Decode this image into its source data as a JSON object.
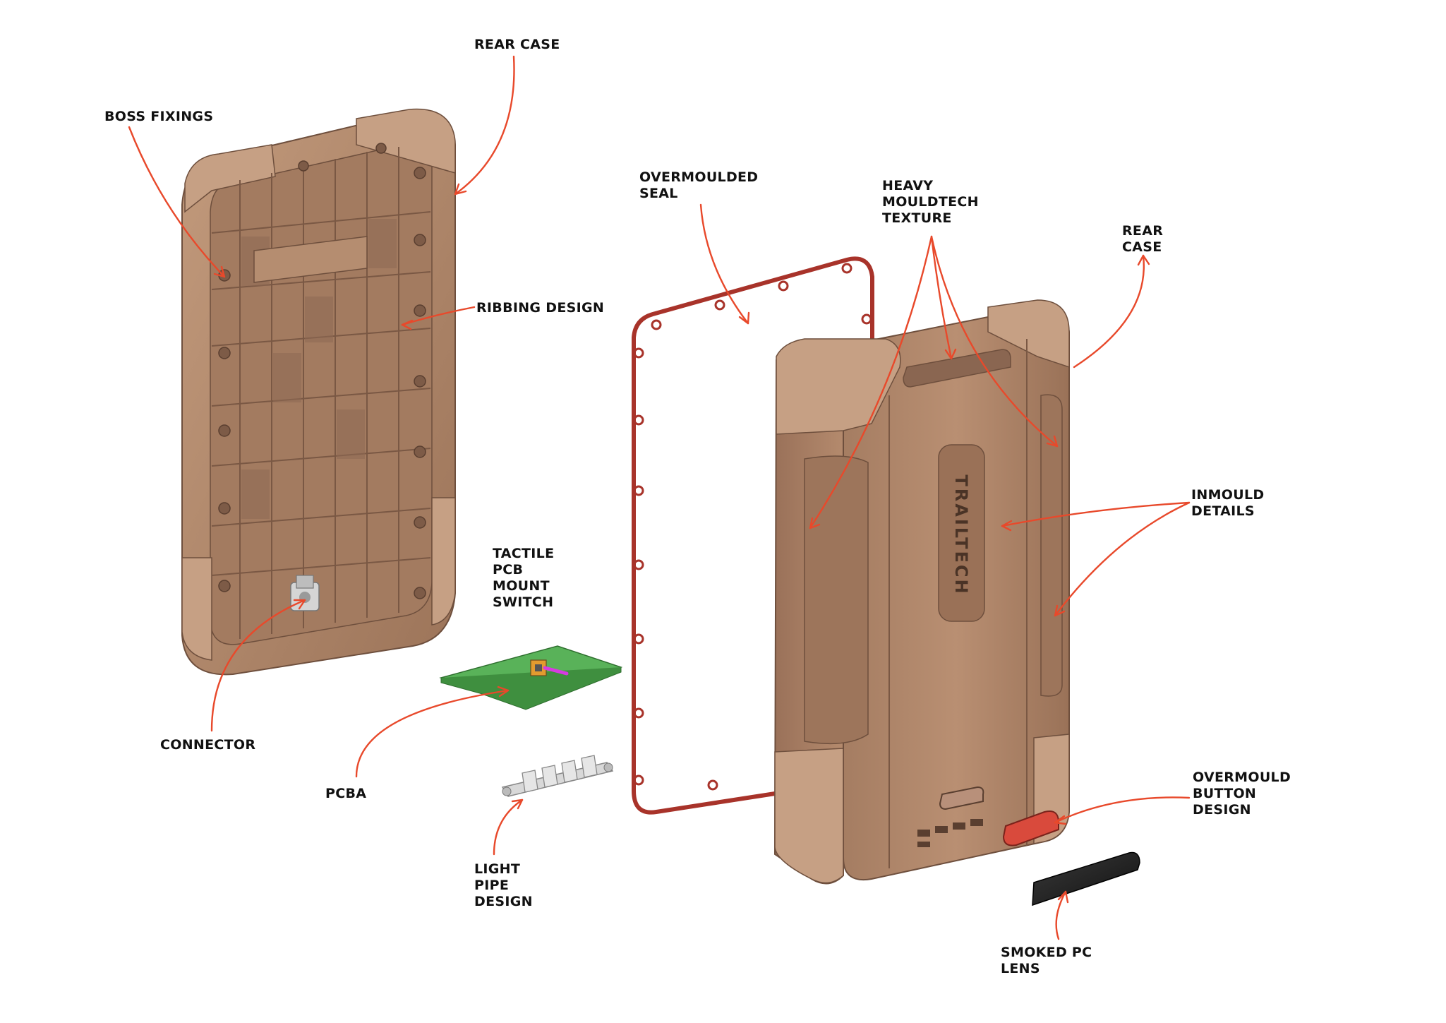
{
  "colors": {
    "arrow": "#e8492b",
    "case": "#b0866a",
    "case_dark": "#8c6650",
    "case_light": "#cfa98c",
    "seal": "#a8332a",
    "pcb": "#4caf50",
    "lens": "#222222",
    "button": "#d94a3c"
  },
  "labels": {
    "rear_case_top": "REAR CASE",
    "boss_fixings": "BOSS FIXINGS",
    "ribbing_design": "RIBBING DESIGN",
    "connector": "CONNECTOR",
    "tactile_switch": "TACTILE\nPCB\nMOUNT\nSWITCH",
    "pcba": "PCBA",
    "light_pipe": "LIGHT\nPIPE\nDESIGN",
    "overmoulded_seal": "OVERMOULDED\nSEAL",
    "mouldtech_texture": "HEAVY\nMOULDTECH\nTEXTURE",
    "rear_case_right": "REAR\nCASE",
    "inmould_details": "INMOULD\nDETAILS",
    "overmould_button": "OVERMOULD\nBUTTON\nDESIGN",
    "smoked_lens": "SMOKED PC\nLENS"
  },
  "product": {
    "brand_emboss": "TRAILTECH"
  }
}
